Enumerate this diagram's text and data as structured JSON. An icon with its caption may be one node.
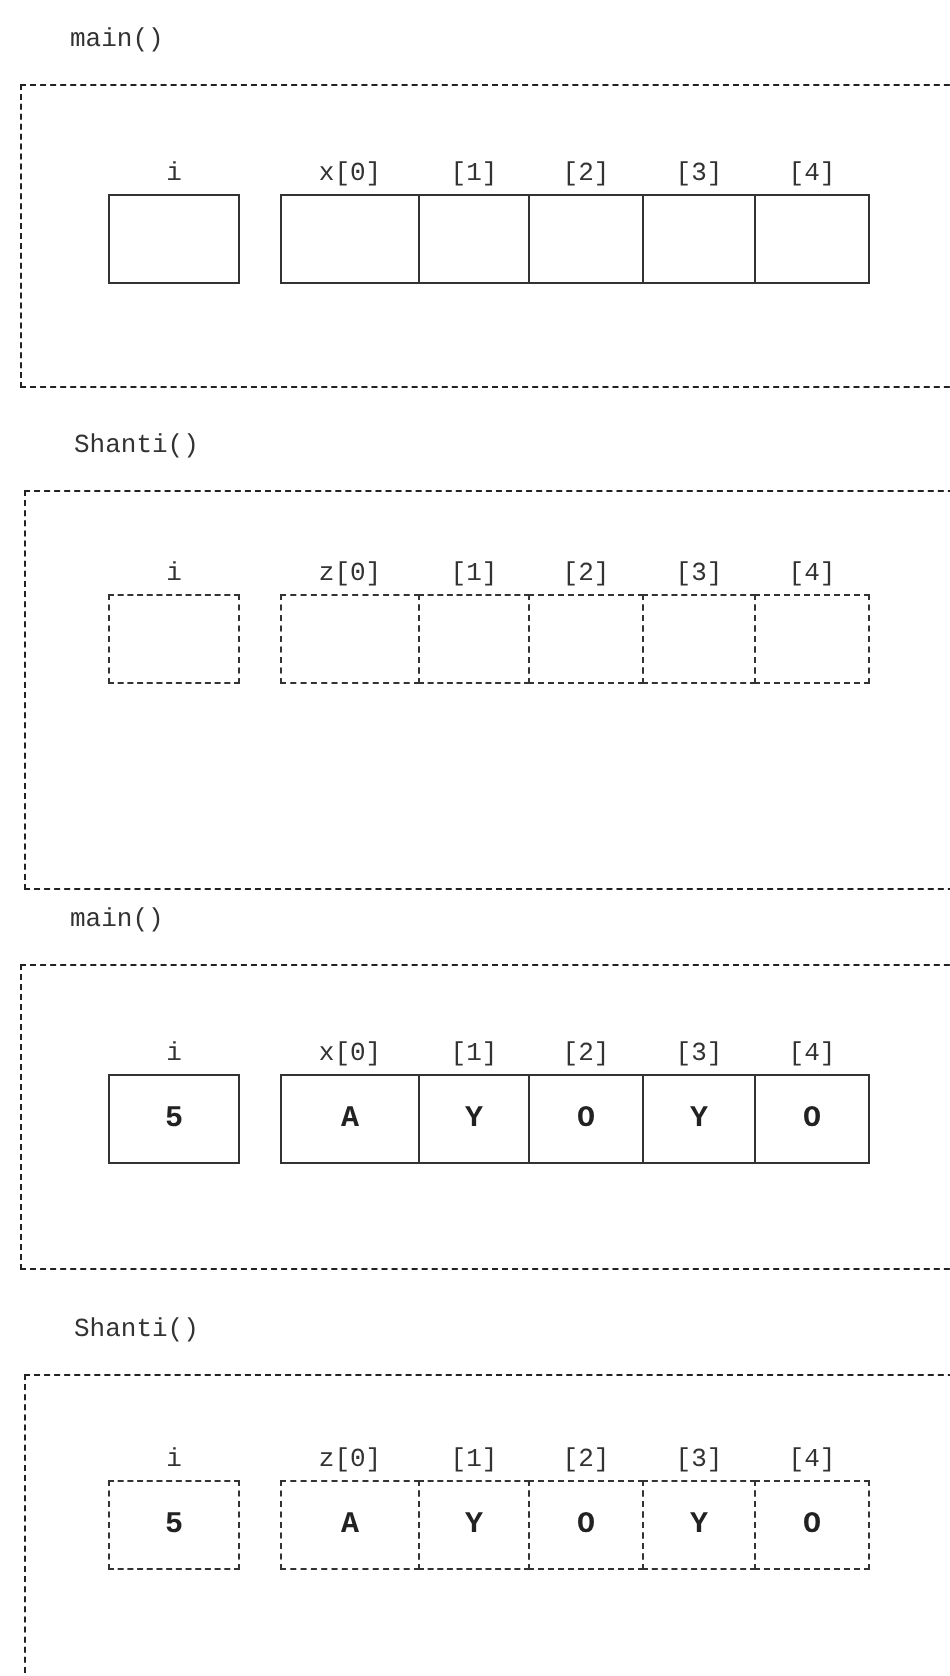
{
  "diagram": {
    "nodes": [
      {
        "text": [
          "main()"
        ]
      },
      {
        "text": [
          "i"
        ],
        "in": 0
      },
      {
        "text": [
          "x[0]"
        ],
        "in": 0
      },
      {
        "text": [
          "[1]"
        ],
        "in": 0
      },
      {
        "text": [
          "[2]"
        ],
        "in": 0
      },
      {
        "text": [
          "[3]"
        ],
        "in": 0
      },
      {
        "text": [
          "[4]"
        ],
        "in": 0
      },
      {
        "text": [
          "Shanti()"
        ]
      },
      {
        "text": [
          "i"
        ],
        "in": 7
      },
      {
        "text": [
          "z[0]"
        ],
        "in": 7
      },
      {
        "text": [
          "[1]"
        ],
        "in": 7
      },
      {
        "text": [
          "[2]"
        ],
        "in": 7
      },
      {
        "text": [
          "[3]"
        ],
        "in": 7
      },
      {
        "text": [
          "[4]"
        ],
        "in": 7
      },
      {
        "text": [
          "main()"
        ]
      },
      {
        "text": [
          "i",
          "5"
        ],
        "in": 14
      },
      {
        "text": [
          "x[0]",
          "A"
        ],
        "in": 14
      },
      {
        "text": [
          "[1]",
          "Y"
        ],
        "in": 14
      },
      {
        "text": [
          "[2]",
          "O"
        ],
        "in": 14
      },
      {
        "text": [
          "[3]",
          "Y"
        ],
        "in": 14
      },
      {
        "text": [
          "[4]",
          "O"
        ],
        "in": 14
      },
      {
        "text": [
          "Shanti()"
        ]
      },
      {
        "text": [
          "i",
          "5"
        ],
        "in": 21
      },
      {
        "text": [
          "z[0]",
          "A"
        ],
        "in": 21
      },
      {
        "text": [
          "[1]",
          "Y"
        ],
        "in": 21
      },
      {
        "text": [
          "[2]",
          "O"
        ],
        "in": 21
      },
      {
        "text": [
          "[3]",
          "Y"
        ],
        "in": 21
      },
      {
        "text": [
          "[4]",
          "O"
        ],
        "in": 21
      }
    ]
  }
}
